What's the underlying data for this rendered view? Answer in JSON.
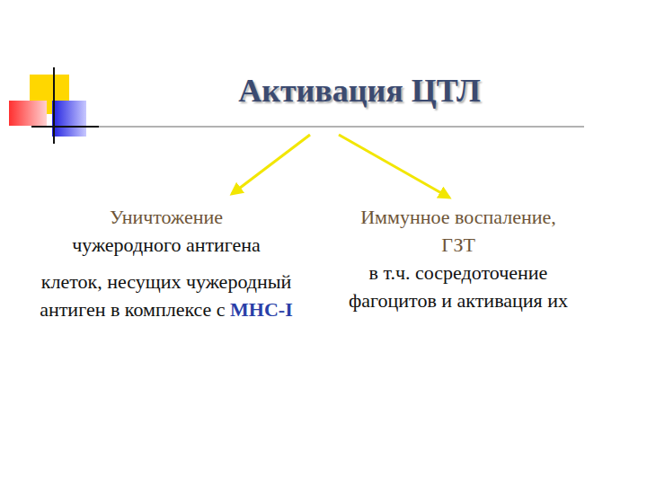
{
  "diagram": {
    "title": "Активация ЦТЛ",
    "labels": [
      "Уничтожение",
      "чужеродного антигена",
      "клеток, несущих чужеродный антиген в комплексе с",
      "MHC-I",
      "Иммунное воспаление, ГЗТ",
      "в т.ч. сосредоточение фагоцитов и активация их"
    ]
  }
}
